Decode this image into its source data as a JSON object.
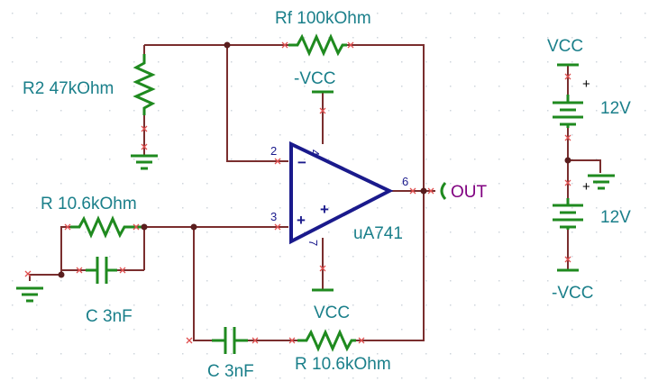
{
  "colors": {
    "wire": "#7a2e2e",
    "component": "#1f8a1f",
    "label": "#1a7f8a",
    "opamp": "#1a1a8c",
    "out_label": "#800080",
    "grid": "#cfd6dc",
    "pin_mark": "#e05050"
  },
  "labels": {
    "rf": "Rf 100kOhm",
    "r2": "R2 47kOhm",
    "neg_vcc_top": "-VCC",
    "r_left": "R 10.6kOhm",
    "c_left": "C 3nF",
    "c_bottom": "C 3nF",
    "vcc_bottom": "VCC",
    "r_bottom": "R 10.6kOhm",
    "opamp_name": "uA741",
    "out": "OUT",
    "vcc_supply": "VCC",
    "v_top": "12V",
    "v_bottom": "12V",
    "neg_vcc_supply": "-VCC"
  },
  "pins": {
    "p2": "2",
    "p3": "3",
    "p4": "4",
    "p6": "6",
    "p7": "7",
    "minus": "−",
    "plus_in": "+",
    "plus_inner": "+",
    "bat_top_plus": "+",
    "bat_bottom_plus": "+"
  }
}
